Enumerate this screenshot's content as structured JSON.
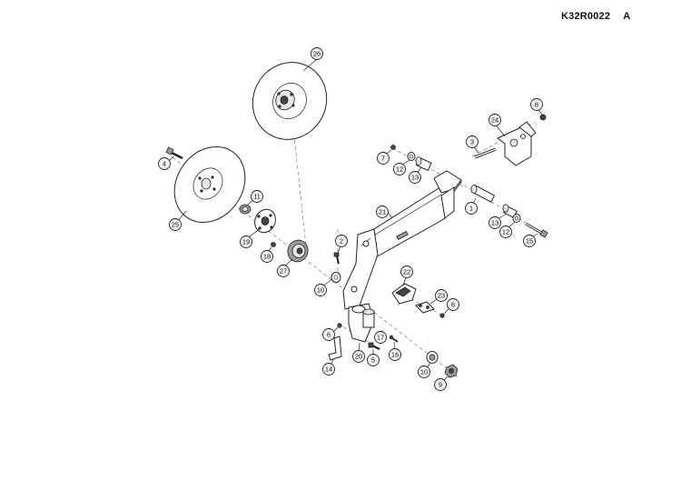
{
  "header": {
    "doc_code": "K32R0022",
    "revision": "A"
  },
  "callouts": [
    {
      "id": "c1",
      "label": "1"
    },
    {
      "id": "c2",
      "label": "2"
    },
    {
      "id": "c3",
      "label": "3"
    },
    {
      "id": "c4",
      "label": "4"
    },
    {
      "id": "c5",
      "label": "5"
    },
    {
      "id": "c6a",
      "label": "6"
    },
    {
      "id": "c6b",
      "label": "6"
    },
    {
      "id": "c7",
      "label": "7"
    },
    {
      "id": "c8",
      "label": "8"
    },
    {
      "id": "c9",
      "label": "9"
    },
    {
      "id": "c10a",
      "label": "10"
    },
    {
      "id": "c10b",
      "label": "10"
    },
    {
      "id": "c11",
      "label": "11"
    },
    {
      "id": "c12a",
      "label": "12"
    },
    {
      "id": "c12b",
      "label": "12"
    },
    {
      "id": "c13a",
      "label": "13"
    },
    {
      "id": "c13b",
      "label": "13"
    },
    {
      "id": "c14",
      "label": "14"
    },
    {
      "id": "c15",
      "label": "15"
    },
    {
      "id": "c16",
      "label": "16"
    },
    {
      "id": "c17",
      "label": "17"
    },
    {
      "id": "c18",
      "label": "18"
    },
    {
      "id": "c19",
      "label": "19"
    },
    {
      "id": "c20",
      "label": "20"
    },
    {
      "id": "c21",
      "label": "21"
    },
    {
      "id": "c22",
      "label": "22"
    },
    {
      "id": "c23",
      "label": "23"
    },
    {
      "id": "c24",
      "label": "24"
    },
    {
      "id": "c25",
      "label": "25"
    },
    {
      "id": "c26",
      "label": "26"
    },
    {
      "id": "c27",
      "label": "27"
    }
  ]
}
